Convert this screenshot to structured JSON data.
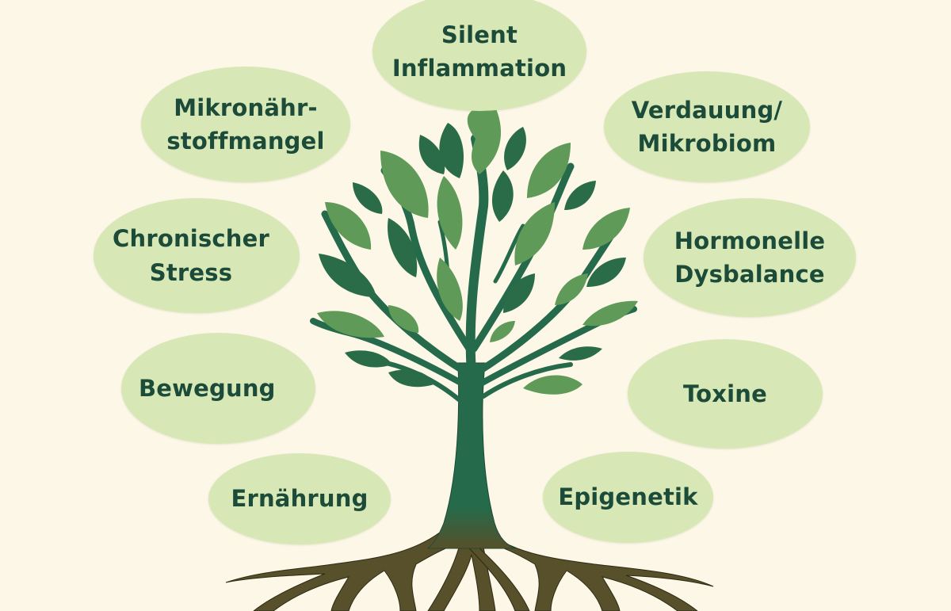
{
  "diagram": {
    "type": "concept-tree",
    "colors": {
      "background": "#fdf7e8",
      "bubble_fill": "#d7e8b6",
      "bubble_text": "#1c4b39",
      "leaf_dark": "#2a6b48",
      "leaf_light": "#5f9a58",
      "trunk": "#256a4a",
      "roots": "#57502a"
    },
    "bubbles": [
      {
        "id": "silent-inflammation",
        "label": "Silent\nInflammation"
      },
      {
        "id": "mikronaehrstoffmangel",
        "label": "Mikronähr-\nstoffmangel"
      },
      {
        "id": "verdauung-mikrobiom",
        "label": "Verdauung/\nMikrobiom"
      },
      {
        "id": "chronischer-stress",
        "label": "Chronischer\nStress"
      },
      {
        "id": "hormonelle-dysbalance",
        "label": "Hormonelle\nDysbalance"
      },
      {
        "id": "bewegung",
        "label": "Bewegung"
      },
      {
        "id": "toxine",
        "label": "Toxine"
      },
      {
        "id": "ernaehrung",
        "label": "Ernährung"
      },
      {
        "id": "epigenetik",
        "label": "Epigenetik"
      }
    ]
  }
}
